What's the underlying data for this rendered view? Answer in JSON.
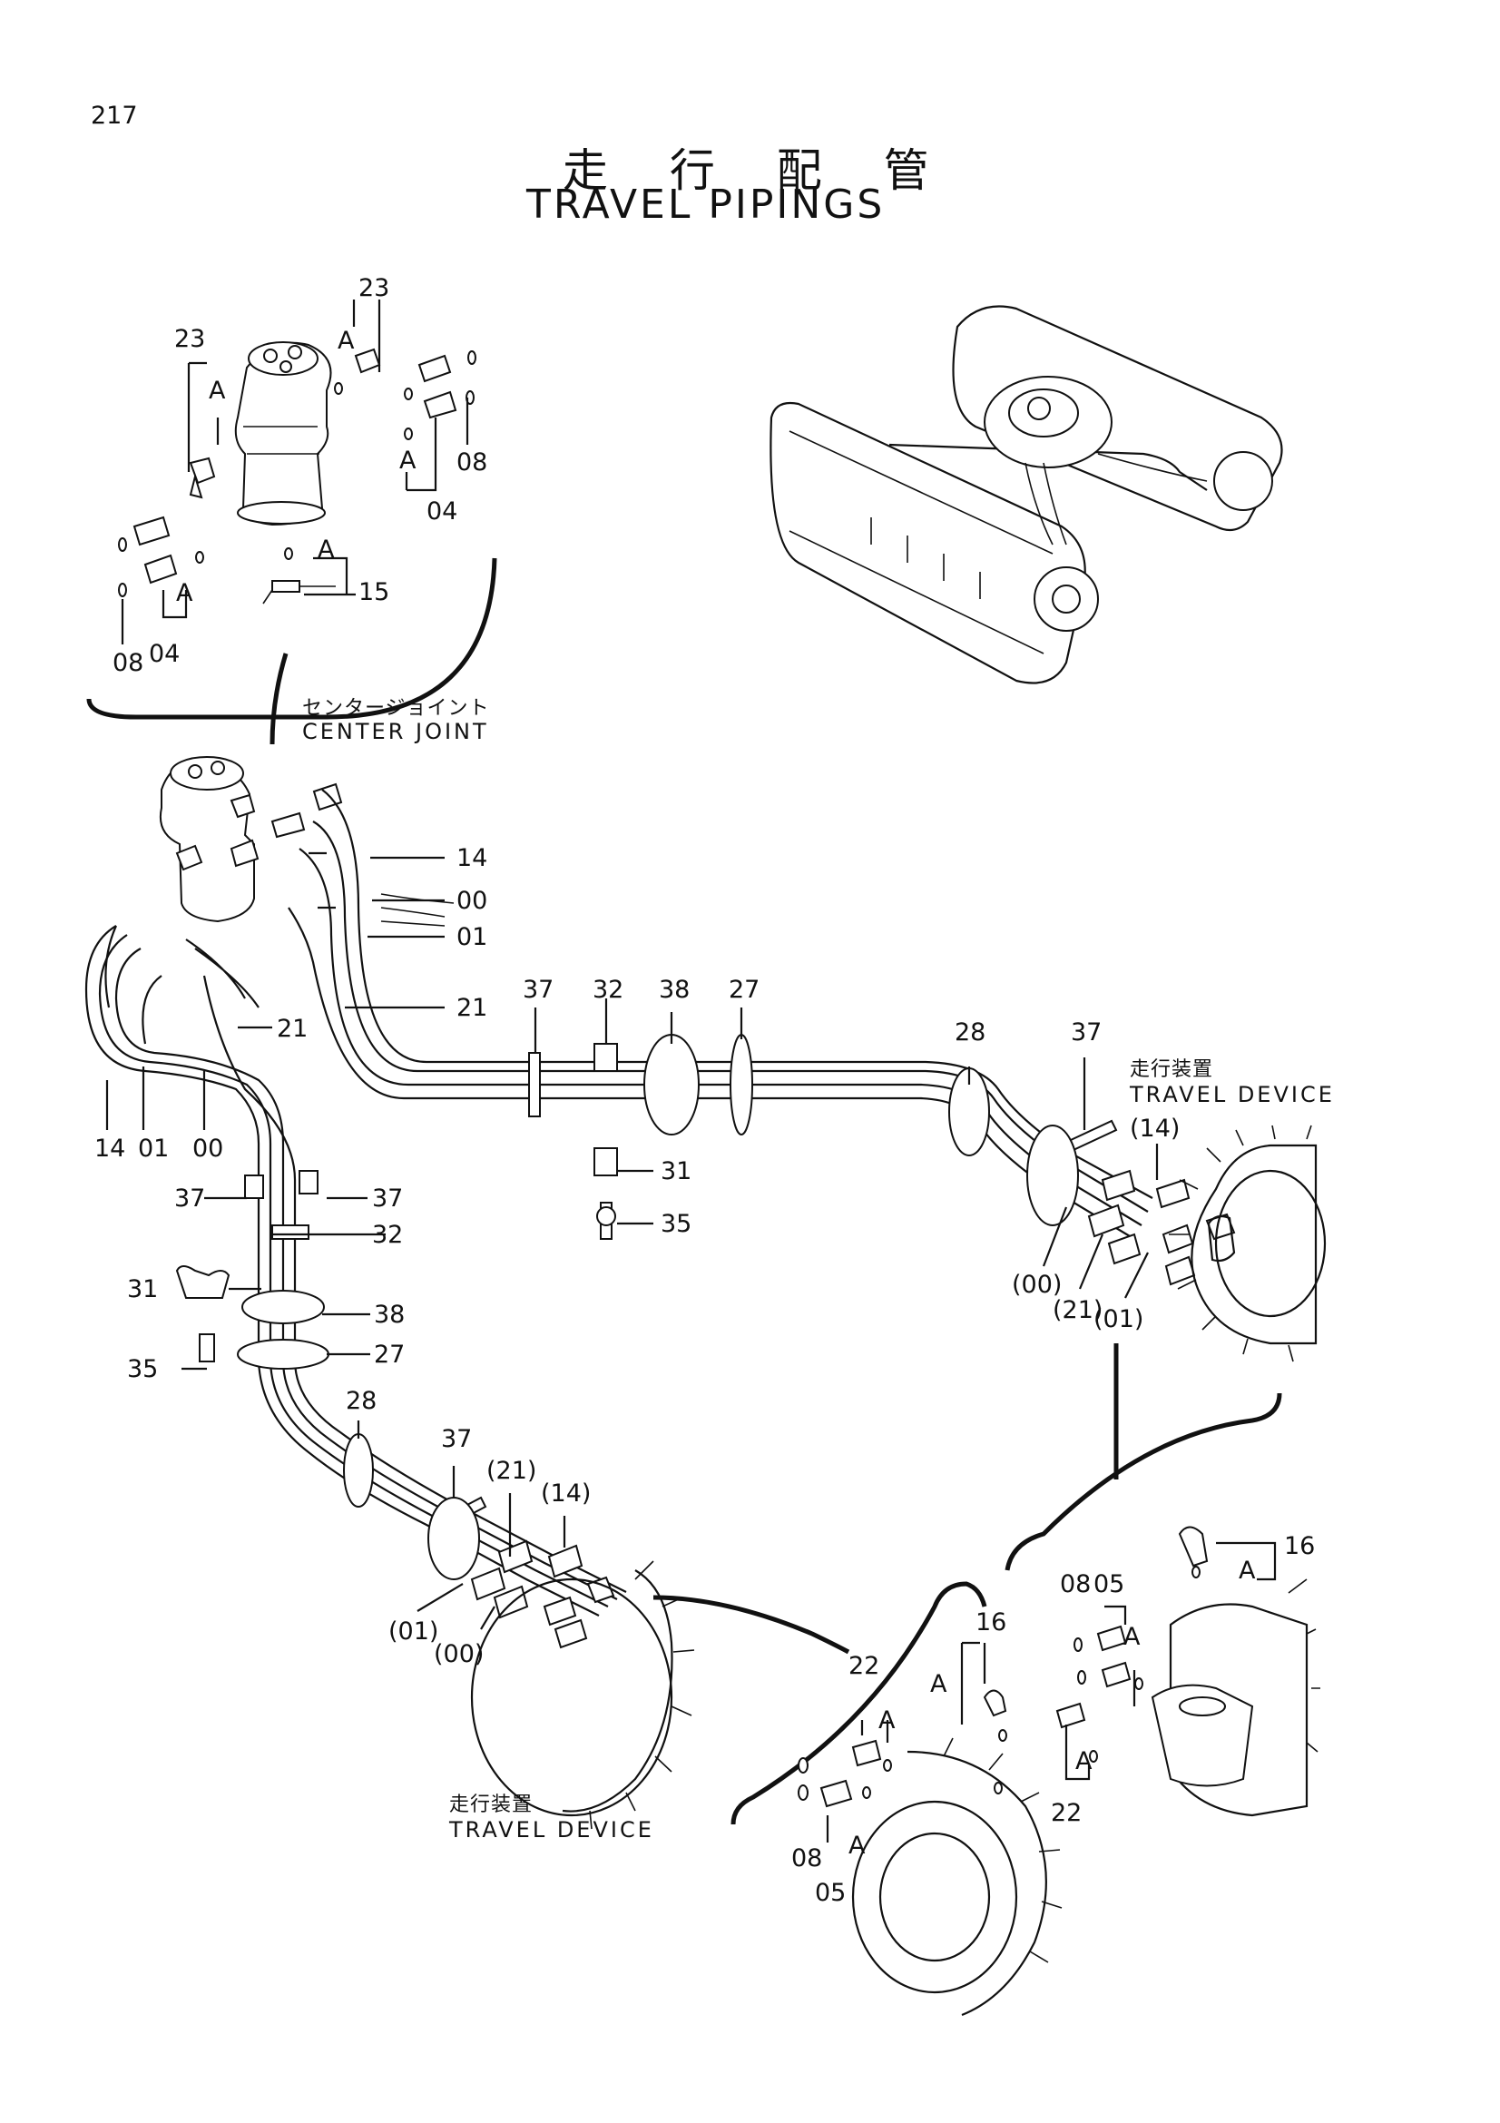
{
  "page": {
    "number": "217"
  },
  "title": {
    "jp": "走 行 配 管",
    "en": "TRAVEL PIPINGS"
  },
  "callouts": {
    "center_joint": {
      "jp": "センタージョイント",
      "en": "CENTER JOINT"
    },
    "travel_device_right": {
      "jp": "走行装置",
      "en": "TRAVEL DEVICE"
    },
    "travel_device_bottom": {
      "jp": "走行装置",
      "en": "TRAVEL DEVICE"
    }
  },
  "marker": "A",
  "labels": {
    "d1_23_top": "23",
    "d1_23_left": "23",
    "d1_08_right": "08",
    "d1_04_right": "04",
    "d1_15": "15",
    "d1_08_left": "08",
    "d1_04_left": "04",
    "h_14": "14",
    "h_00": "00",
    "h_01": "01",
    "h_21_right": "21",
    "h_21_left": "21",
    "l_14": "14",
    "l_01": "01",
    "l_00": "00",
    "t_37": "37",
    "t_32": "32",
    "t_38": "38",
    "t_27": "27",
    "t_31": "31",
    "t_35": "35",
    "r_28": "28",
    "r_37": "37",
    "r_p14": "(14)",
    "r_p00": "(00)",
    "r_p21": "(21)",
    "r_p01": "(01)",
    "v_37_left": "37",
    "v_37_right": "37",
    "v_32": "32",
    "v_31": "31",
    "v_38": "38",
    "v_35": "35",
    "v_27": "27",
    "b_28": "28",
    "b_37": "37",
    "b_p21": "(21)",
    "b_p14": "(14)",
    "b_p01": "(01)",
    "b_p00": "(00)",
    "br_16": "16",
    "br_22": "22",
    "br_08": "08",
    "br_05": "05",
    "rd_16": "16",
    "rd_08": "08",
    "rd_05": "05",
    "rd_22": "22"
  }
}
